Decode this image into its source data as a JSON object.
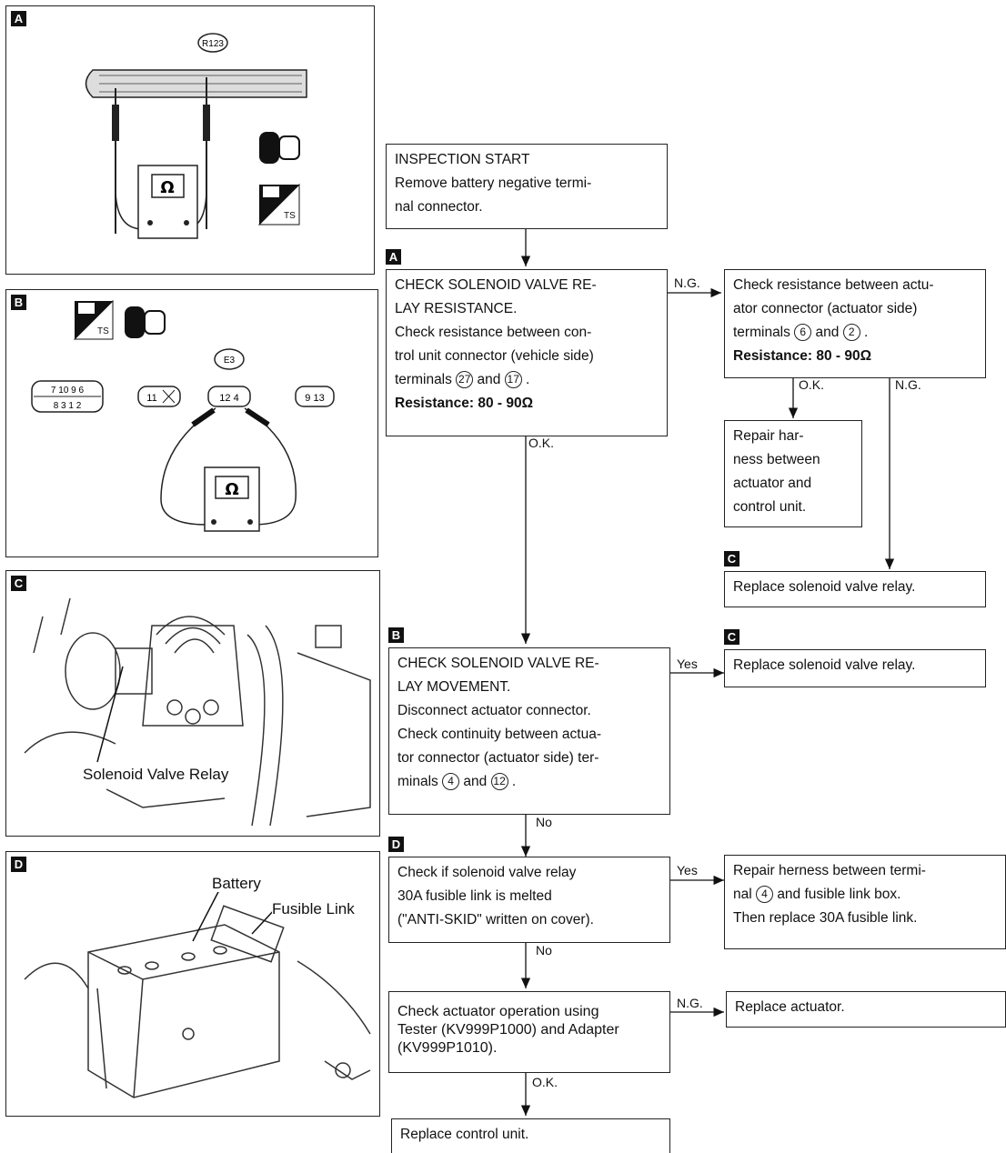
{
  "panels": {
    "A": {
      "tag": "A",
      "connector_id": "R123"
    },
    "B": {
      "tag": "B",
      "connector_id": "E3",
      "pins_left_top": "7 10 9 6",
      "pins_left_bottom": "8 3 1 2",
      "pin_x": "11",
      "pin_mid": "12 4",
      "pin_right": "9 13"
    },
    "C": {
      "tag": "C",
      "caption": "Solenoid Valve Relay"
    },
    "D": {
      "tag": "D",
      "caption_battery": "Battery",
      "caption_fusible": "Fusible Link"
    }
  },
  "meter_symbol": "Ω",
  "icon_badge": "TS",
  "flow": {
    "start": {
      "title": "INSPECTION START",
      "line1": "Remove battery negative termi-",
      "line2": "nal connector."
    },
    "step_a": {
      "tag": "A",
      "title1": "CHECK SOLENOID VALVE RE-",
      "title2": "LAY RESISTANCE.",
      "line1": "Check resistance between con-",
      "line2": "trol unit connector (vehicle side)",
      "line3_pre": "terminals",
      "t1": "27",
      "and": "and",
      "t2": "17",
      "spec": "Resistance: 80 - 90Ω"
    },
    "step_a_ng": {
      "line1": "Check resistance between actu-",
      "line2": "ator connector (actuator side)",
      "line3_pre": "terminals",
      "t1": "6",
      "and": "and",
      "t2": "2",
      "spec": "Resistance: 80 - 90Ω"
    },
    "repair_harness": {
      "line1": "Repair har-",
      "line2": "ness between",
      "line3": "actuator and",
      "line4": "control unit."
    },
    "replace_relay_1": {
      "tag": "C",
      "text": "Replace solenoid valve relay."
    },
    "step_b": {
      "tag": "B",
      "title1": "CHECK SOLENOID VALVE RE-",
      "title2": "LAY MOVEMENT.",
      "line1": "Disconnect actuator connector.",
      "line2": "Check continuity between actua-",
      "line3": "tor connector (actuator side) ter-",
      "line4_pre": "minals",
      "t1": "4",
      "and": "and",
      "t2": "12"
    },
    "replace_relay_2": {
      "tag": "C",
      "text": "Replace solenoid valve relay."
    },
    "step_d": {
      "tag": "D",
      "line1": "Check if solenoid valve relay",
      "line2": "30A fusible link is melted",
      "line3": "(\"ANTI-SKID\" written on cover)."
    },
    "repair_herness": {
      "line1": "Repair herness between termi-",
      "line2_pre": "nal",
      "t1": "4",
      "line2_post": "and fusible link box.",
      "line3": "Then replace 30A fusible link."
    },
    "check_actuator": {
      "line1": "Check actuator operation using",
      "line2": "Tester (KV999P1000) and Adapter",
      "line3": "(KV999P1010)."
    },
    "replace_actuator": {
      "text": "Replace actuator."
    },
    "replace_cu": {
      "text": "Replace control unit."
    }
  },
  "arrow_labels": {
    "ng1": "N.G.",
    "ok1": "O.K.",
    "ng2": "N.G.",
    "ok2": "O.K.",
    "yes1": "Yes",
    "no1": "No",
    "yes2": "Yes",
    "no2": "No",
    "ng3": "N.G.",
    "ok3": "O.K."
  }
}
